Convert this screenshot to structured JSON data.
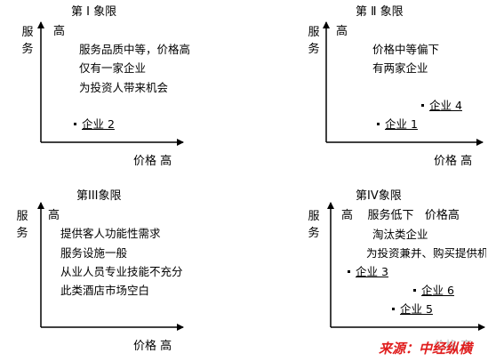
{
  "axis_labels": {
    "service": [
      "服",
      "务"
    ],
    "high": "高",
    "price_high": "价格  高"
  },
  "quadrants": {
    "q1": {
      "title": "第 Ⅰ 象限",
      "lines": [
        "服务品质中等，价格高",
        "仅有一家企业",
        "为投资人带来机会"
      ],
      "companies": [
        "企业 2"
      ]
    },
    "q2": {
      "title": "第 Ⅱ 象限",
      "lines": [
        "价格中等偏下",
        "有两家企业"
      ],
      "companies": [
        "企业 4",
        "企业 1"
      ]
    },
    "q3": {
      "title": "第III象限",
      "lines": [
        "提供客人功能性需求",
        "服务设施一般",
        "从业人员专业技能不充分",
        "此类酒店市场空白"
      ],
      "companies": []
    },
    "q4": {
      "title": "第IV象限",
      "header": "高    服务低下   价格高",
      "lines": [
        "淘汰类企业",
        "为投资兼并、购买提供机"
      ],
      "companies": [
        "企业 3",
        "企业 6",
        "企业 5"
      ]
    }
  },
  "source": "来源：中经纵横",
  "colors": {
    "source": "#e01e1e",
    "axis": "#000000"
  }
}
